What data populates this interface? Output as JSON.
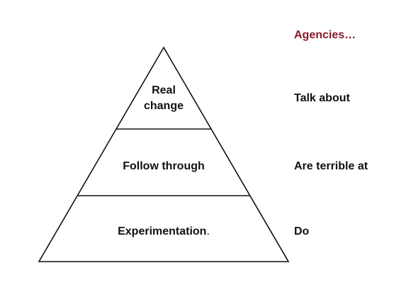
{
  "colors": {
    "title": "#8b1a2b",
    "text": "#111111",
    "stroke": "#111111"
  },
  "pyramid": {
    "tiers": [
      {
        "label_line1": "Real",
        "label_line2": "change"
      },
      {
        "label": "Follow through"
      },
      {
        "label": "Experimentation",
        "tail": "."
      }
    ]
  },
  "side": {
    "title": "Agencies…",
    "labels": [
      "Talk about",
      "Are terrible at",
      "Do"
    ]
  }
}
